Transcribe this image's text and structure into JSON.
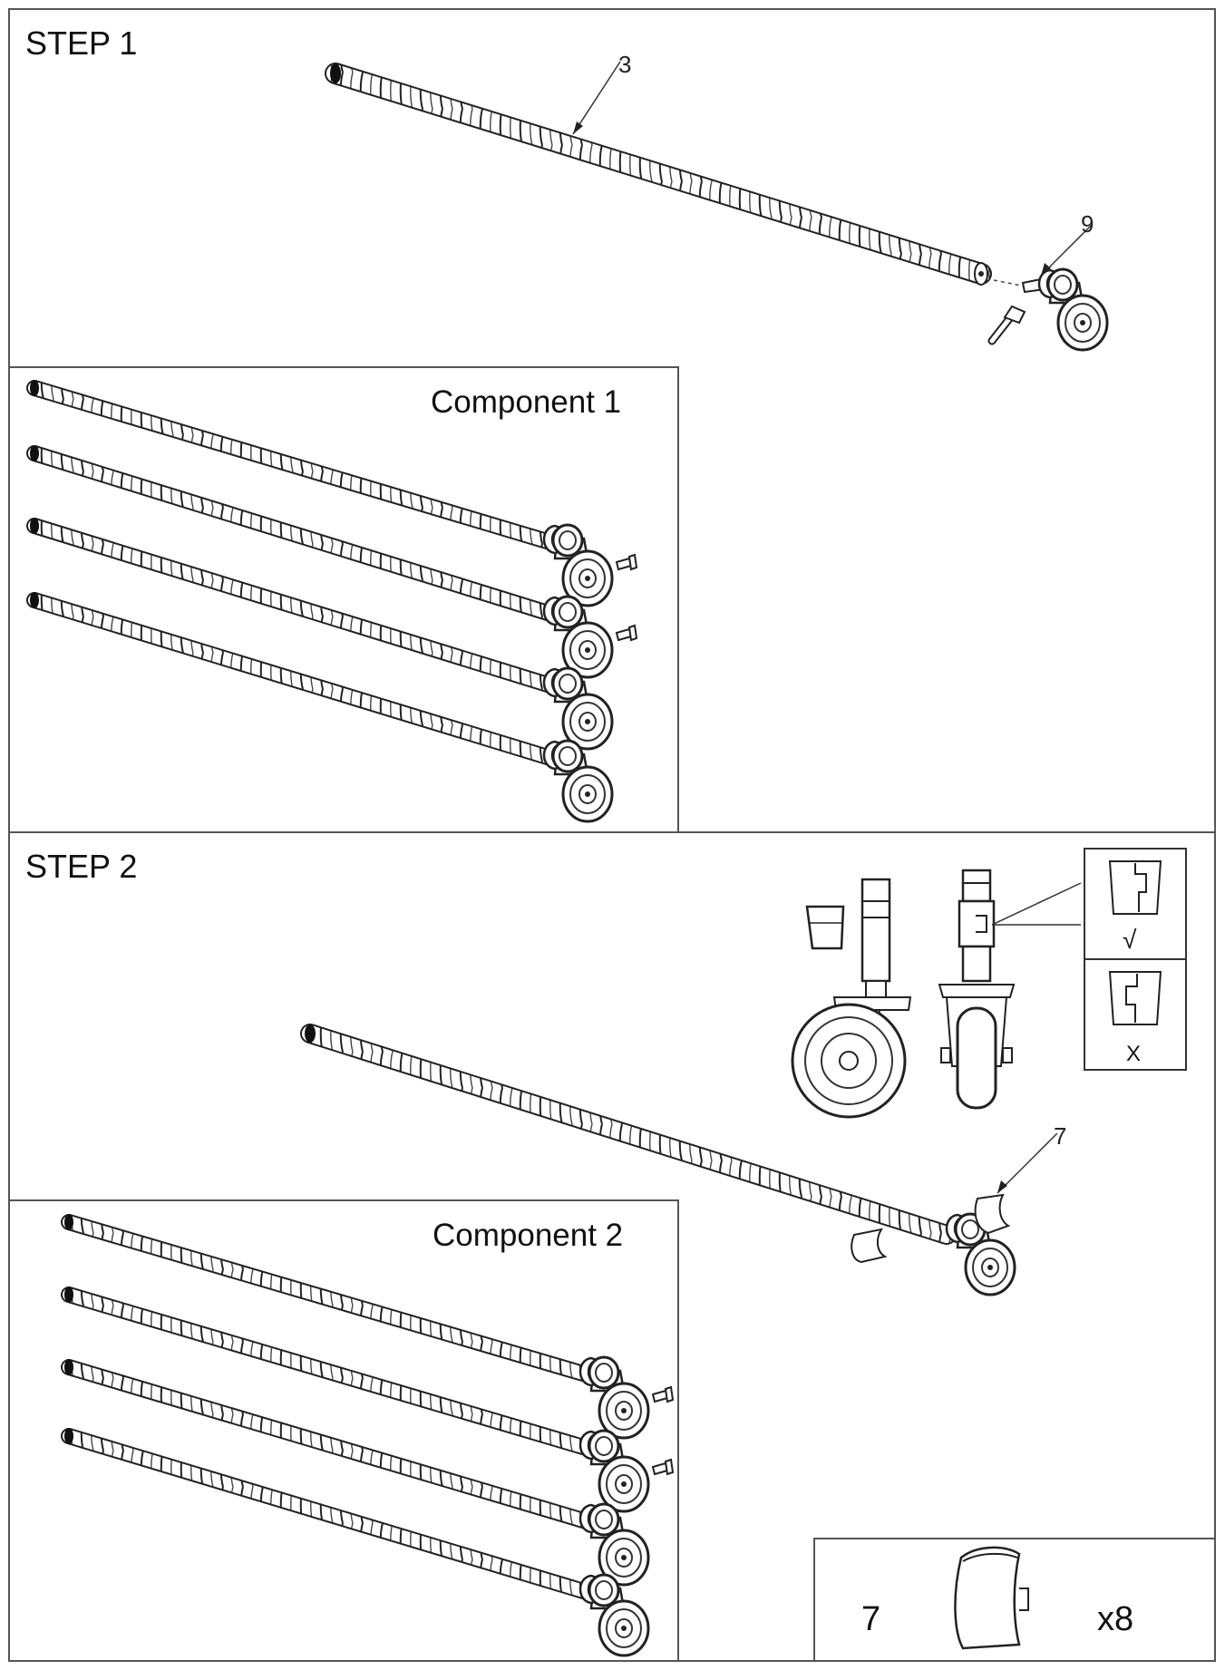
{
  "step1": {
    "title": "STEP 1",
    "part_pole": "3",
    "part_caster": "9",
    "component_title": "Component 1"
  },
  "step2": {
    "title": "STEP 2",
    "part_sleeve": "7",
    "check_correct": "√",
    "check_wrong": "X",
    "component_title": "Component 2"
  },
  "parts_box": {
    "part_number": "7",
    "quantity": "x8"
  }
}
